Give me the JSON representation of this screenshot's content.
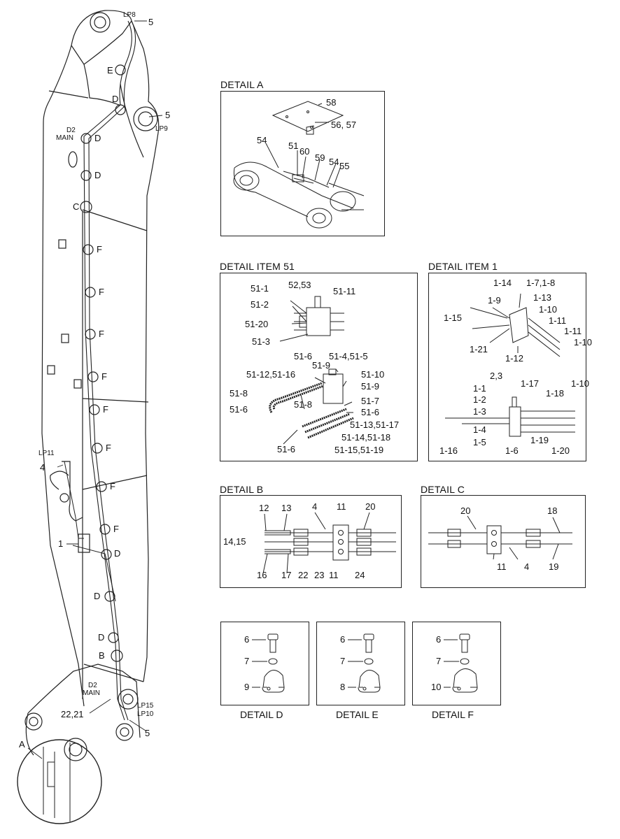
{
  "boom": {
    "top_labels": {
      "lp8": "LP8",
      "n5a": "5",
      "lp9": "LP9",
      "n5b": "5"
    },
    "d2_main_top": {
      "line1": "D2",
      "line2": "MAIN"
    },
    "d2_main_bottom": {
      "line1": "D2",
      "line2": "MAIN"
    },
    "lp11": "LP11",
    "n4": "4",
    "n1": "1",
    "n2221": "22,21",
    "lp15": "LP15",
    "lp10": "LP10",
    "n5c": "5",
    "A": "A",
    "clamp_letters": {
      "E1": "E",
      "D1": "D",
      "D2": "D",
      "D3": "D",
      "C1": "C",
      "F1": "F",
      "F2": "F",
      "F3": "F",
      "F4": "F",
      "F5": "F",
      "F6": "F",
      "F7": "F",
      "F8": "F",
      "D4": "D",
      "D5": "D",
      "D6": "D",
      "B1": "B"
    }
  },
  "detail_a": {
    "title": "DETAIL A",
    "labels": {
      "p58": "58",
      "p5657": "56, 57",
      "p54a": "54",
      "p51": "51",
      "p60": "60",
      "p59": "59",
      "p54b": "54",
      "p55": "55"
    }
  },
  "detail_51": {
    "title": "DETAIL ITEM 51",
    "labels": {
      "a": "51-1",
      "b": "52,53",
      "c": "51-11",
      "d": "51-2",
      "e": "51-20",
      "f": "51-3",
      "g": "51-6",
      "h": "51-4,51-5",
      "i": "51-12,51-16",
      "j": "51-9",
      "k": "51-10",
      "l": "51-8",
      "m": "51-9",
      "n": "51-6",
      "o": "51-7",
      "p": "51-8",
      "q": "51-6",
      "r": "51-13,51-17",
      "s": "51-14,51-18",
      "t": "51-6",
      "u": "51-15,51-19"
    }
  },
  "detail_1": {
    "title": "DETAIL ITEM 1",
    "labels": {
      "a": "1-14",
      "b": "1-7,1-8",
      "c": "1-9",
      "d": "1-13",
      "e": "1-10",
      "f": "1-15",
      "g": "1-11",
      "h": "1-11",
      "i": "1-10",
      "j": "1-21",
      "k": "1-12",
      "l": "2,3",
      "m": "1-17",
      "n": "1-18",
      "o": "1-10",
      "p": "1-1",
      "q": "1-2",
      "r": "1-3",
      "s": "1-4",
      "t": "1-5",
      "u": "1-19",
      "v": "1-16",
      "w": "1-6",
      "x": "1-20"
    }
  },
  "detail_b": {
    "title": "DETAIL B",
    "labels": {
      "p12": "12",
      "p13": "13",
      "p4": "4",
      "p11": "11",
      "p20": "20",
      "p1415": "14,15",
      "p16": "16",
      "p17": "17",
      "p22": "22",
      "p23": "23",
      "p11b": "11",
      "p24": "24"
    }
  },
  "detail_c": {
    "title": "DETAIL C",
    "labels": {
      "p20": "20",
      "p18": "18",
      "p11": "11",
      "p4": "4",
      "p19": "19"
    }
  },
  "detail_d": {
    "caption": "DETAIL D",
    "labels": {
      "p6": "6",
      "p7": "7",
      "p9": "9"
    }
  },
  "detail_e": {
    "caption": "DETAIL E",
    "labels": {
      "p6": "6",
      "p7": "7",
      "p8": "8"
    }
  },
  "detail_f": {
    "caption": "DETAIL F",
    "labels": {
      "p6": "6",
      "p7": "7",
      "p10": "10"
    }
  }
}
